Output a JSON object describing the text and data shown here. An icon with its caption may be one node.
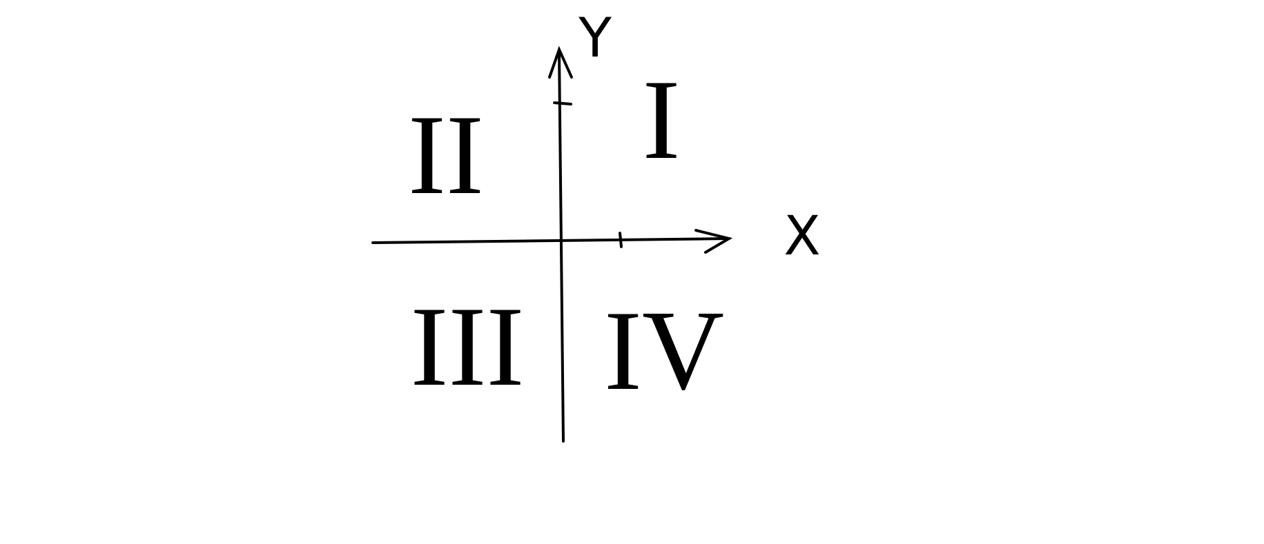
{
  "diagram": {
    "labels": [
      "Y",
      "I",
      "II",
      "X",
      "III",
      "IV"
    ]
  }
}
